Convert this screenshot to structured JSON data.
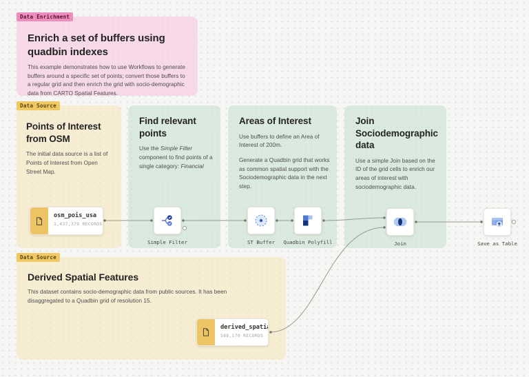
{
  "canvas": {
    "background": "#f6f6f5",
    "wire_color": "#98998c",
    "accent_pink": "#ef8cbe",
    "accent_yellow": "#f0c964",
    "accent_green": "#dbeae0"
  },
  "annotations": {
    "enrichment": {
      "tag": "Data Enrichment",
      "title": "Enrich a set of buffers using quadbin indexes",
      "body": "This example demonstrates how to use Workflows to generate buffers around a specific set of points; convert those buffers to a regular grid and then enrich the grid with socio-demographic data from CARTO Spatial Features."
    },
    "osm_source": {
      "tag": "Data Source",
      "title": "Points of Interest from OSM",
      "body": "The initial data source is a list of Points of Interest from Open Street Map."
    },
    "find_points": {
      "title": "Find relevant points",
      "body_parts": {
        "p1": "Use the ",
        "i1": "Simple Filter",
        "p2": " component to find points of a single category: ",
        "i2": "Financial"
      }
    },
    "areas_of_interest": {
      "title": "Areas of Interest",
      "body1": "Use buffers to define an Area of Interest of 200m.",
      "body2": "Generate a Quadbin grid that works as common spatial support with the Sociodemographic data in the next step."
    },
    "join_socio": {
      "title": "Join Sociodemographic data",
      "body": "Use a simple Join based on the ID of the grid cells to enrich our areas of interest with sociodemographic data."
    },
    "derived_source": {
      "tag": "Data Source",
      "title": "Derived Spatial Features",
      "body": "This dataset contains socio-demographic data from public sources. It has been disaggregated to a Quadbin grid of resolution 15."
    }
  },
  "nodes": {
    "osm_pois": {
      "title": "osm_pois_usa",
      "records": "1,437,379 RECORDS"
    },
    "simple_filter": {
      "label": "Simple Filter"
    },
    "st_buffer": {
      "label": "ST Buffer"
    },
    "quadbin_polyfill": {
      "label": "Quadbin Polyfill"
    },
    "join": {
      "label": "Join"
    },
    "save_as_table": {
      "label": "Save as Table"
    },
    "derived": {
      "title": "derived_spatialfe...",
      "records": "588,170 RECORDS"
    }
  }
}
